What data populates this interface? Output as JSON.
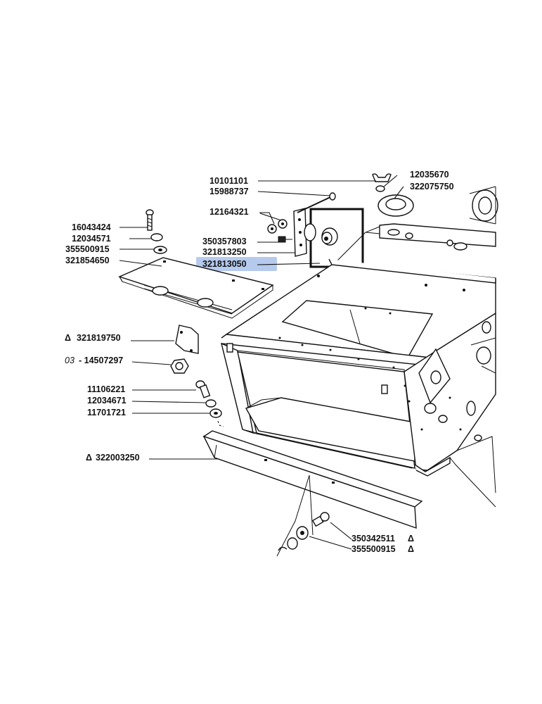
{
  "labels": {
    "p10101101": "10101101",
    "p15988737": "15988737",
    "p12035670": "12035670",
    "p322075750": "322075750",
    "p12164321": "12164321",
    "p16043424": "16043424",
    "p12034571": "12034571",
    "p355500915a": "355500915",
    "p321854650": "321854650",
    "p350357803": "350357803",
    "p321813250": "321813250",
    "p321813050": "321813050",
    "p321819750": "321819750",
    "p14507297_prefix": "03",
    "p14507297": "- 14507297",
    "p11106221": "11106221",
    "p12034671": "12034671",
    "p11701721": "11701721",
    "p322003250": "322003250",
    "p350342511": "350342511",
    "p355500915b": "355500915"
  },
  "markers": {
    "delta": "Δ"
  },
  "colors": {
    "highlight": "#9db8e8",
    "line": "#111111"
  }
}
